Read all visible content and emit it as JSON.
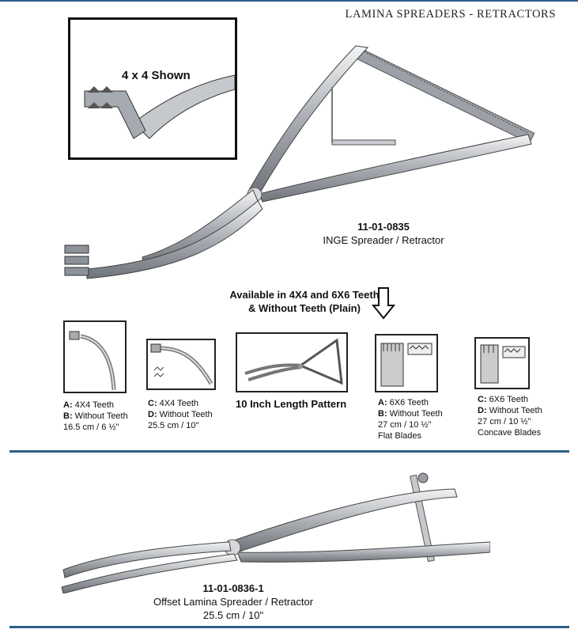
{
  "header": {
    "title": "LAMINA SPREADERS - RETRACTORS"
  },
  "inset": {
    "label": "4 x 4 Shown"
  },
  "product1": {
    "code": "11-01-0835",
    "name": "INGE Spreader / Retractor"
  },
  "availability": {
    "line1": "Available in 4X4 and 6X6 Teeth",
    "line2": "& Without Teeth (Plain)"
  },
  "variants": [
    {
      "lines": [
        {
          "key": "A:",
          "text": " 4X4 Teeth"
        },
        {
          "key": "B:",
          "text": " Without Teeth"
        },
        {
          "key": "",
          "text": "16.5 cm / 6 ½\""
        }
      ]
    },
    {
      "lines": [
        {
          "key": "C:",
          "text": " 4X4 Teeth"
        },
        {
          "key": "D:",
          "text": " Without Teeth"
        },
        {
          "key": "",
          "text": "25.5 cm / 10\""
        }
      ]
    },
    {
      "label": "10 Inch Length Pattern"
    },
    {
      "lines": [
        {
          "key": "A:",
          "text": " 6X6 Teeth"
        },
        {
          "key": "B:",
          "text": " Without Teeth"
        },
        {
          "key": "",
          "text": "27 cm / 10 ½\""
        },
        {
          "key": "",
          "text": "Flat Blades"
        }
      ]
    },
    {
      "lines": [
        {
          "key": "C:",
          "text": " 6X6 Teeth"
        },
        {
          "key": "D:",
          "text": " Without Teeth"
        },
        {
          "key": "",
          "text": "27 cm / 10 ½\""
        },
        {
          "key": "",
          "text": "Concave Blades"
        }
      ]
    }
  ],
  "product2": {
    "code": "11-01-0836-1",
    "name": "Offset Lamina Spreader / Retractor",
    "size": "25.5 cm / 10\""
  },
  "colors": {
    "rule": "#2d5f86",
    "steel": "#b8bcc2"
  }
}
